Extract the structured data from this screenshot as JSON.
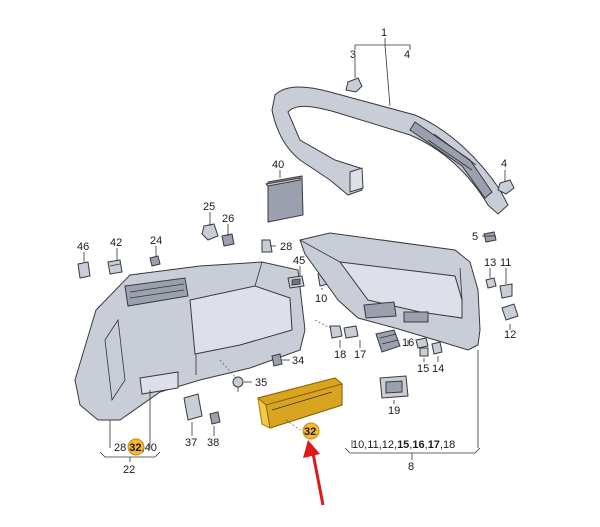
{
  "diagram": {
    "callouts": [
      {
        "id": "c1",
        "text": "1"
      },
      {
        "id": "c3",
        "text": "3"
      },
      {
        "id": "c4a",
        "text": "4"
      },
      {
        "id": "c4b",
        "text": "4"
      },
      {
        "id": "c5",
        "text": "5"
      },
      {
        "id": "c40",
        "text": "40"
      },
      {
        "id": "c25",
        "text": "25"
      },
      {
        "id": "c26",
        "text": "26"
      },
      {
        "id": "c28",
        "text": "28"
      },
      {
        "id": "c46",
        "text": "46"
      },
      {
        "id": "c42",
        "text": "42"
      },
      {
        "id": "c24",
        "text": "24"
      },
      {
        "id": "c45",
        "text": "45"
      },
      {
        "id": "c10",
        "text": "10"
      },
      {
        "id": "c13",
        "text": "13"
      },
      {
        "id": "c11",
        "text": "11"
      },
      {
        "id": "c12",
        "text": "12"
      },
      {
        "id": "c18",
        "text": "18"
      },
      {
        "id": "c17",
        "text": "17"
      },
      {
        "id": "c16",
        "text": "16"
      },
      {
        "id": "c15",
        "text": "15"
      },
      {
        "id": "c14",
        "text": "14"
      },
      {
        "id": "c34",
        "text": "34"
      },
      {
        "id": "c35",
        "text": "35"
      },
      {
        "id": "c19",
        "text": "19"
      },
      {
        "id": "c37",
        "text": "37"
      },
      {
        "id": "c38",
        "text": "38"
      },
      {
        "id": "c32",
        "text": "32"
      },
      {
        "id": "c22",
        "text": "22"
      },
      {
        "id": "c8",
        "text": "8"
      }
    ],
    "group22": {
      "pre": "28 ",
      "highlight": "32",
      "post": ",40"
    },
    "group8": {
      "parts": [
        {
          "text": "10,11,12,",
          "bold": false
        },
        {
          "text": "15",
          "bold": true
        },
        {
          "text": ",",
          "bold": false
        },
        {
          "text": "16",
          "bold": true
        },
        {
          "text": ",",
          "bold": false
        },
        {
          "text": "17",
          "bold": true
        },
        {
          "text": ",18",
          "bold": false
        }
      ]
    },
    "colors": {
      "highlight": "#f5b82e",
      "arrow": "#e01818",
      "part_fill": "#c9cdd8"
    }
  }
}
